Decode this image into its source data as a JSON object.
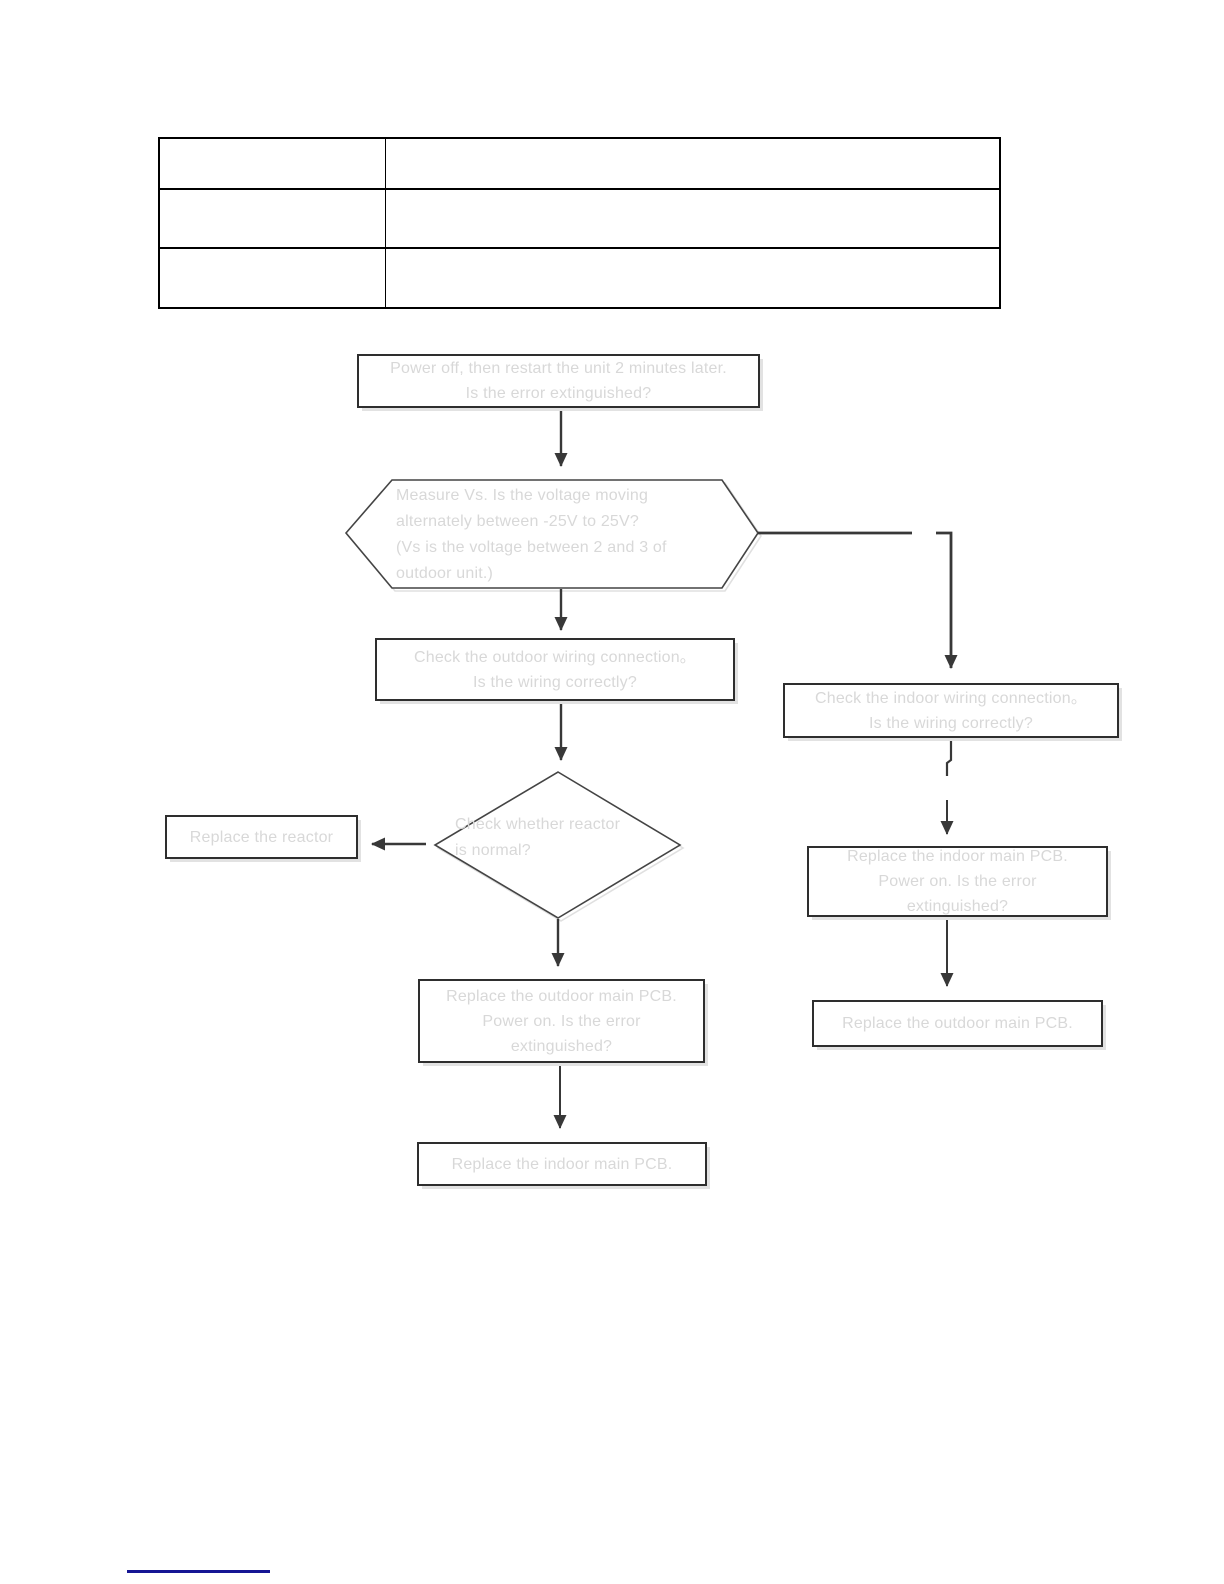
{
  "table": {
    "rows": [
      [
        "",
        ""
      ],
      [
        "",
        ""
      ],
      [
        "",
        ""
      ]
    ]
  },
  "flowchart": {
    "restart": "Power off, then restart the unit 2 minutes later.\nIs the error extinguished?",
    "measure_vs": "Measure  Vs. Is the voltage  moving\nalternately between -25V to 25V?\n(Vs is the voltage between 2 and 3 of\noutdoor unit.)",
    "outdoor_wiring": "Check the outdoor wiring connection。\nIs the wiring correctly?",
    "indoor_wiring": "Check the indoor wiring connection。\nIs the wiring correctly?",
    "check_reactor": "Check whether reactor\nis normal?",
    "replace_reactor": "Replace  the reactor",
    "replace_indoor_pcb_power": "Replace the indoor main PCB.\nPower on. Is the error\nextinguished?",
    "replace_outdoor_pcb": "Replace  the outdoor main PCB.",
    "replace_outdoor_pcb_power": "Replace the outdoor main PCB.\nPower on. Is the error\nextinguished?",
    "replace_indoor_pcb": "Replace the indoor main PCB."
  },
  "colors": {
    "flow_text": "#d8d8d8",
    "box_border": "#2e2e2e",
    "shape_border": "#444444",
    "shadow": "#e2e2e2",
    "arrow": "#383838",
    "table_border": "#000000",
    "footer_rule": "#161694"
  }
}
